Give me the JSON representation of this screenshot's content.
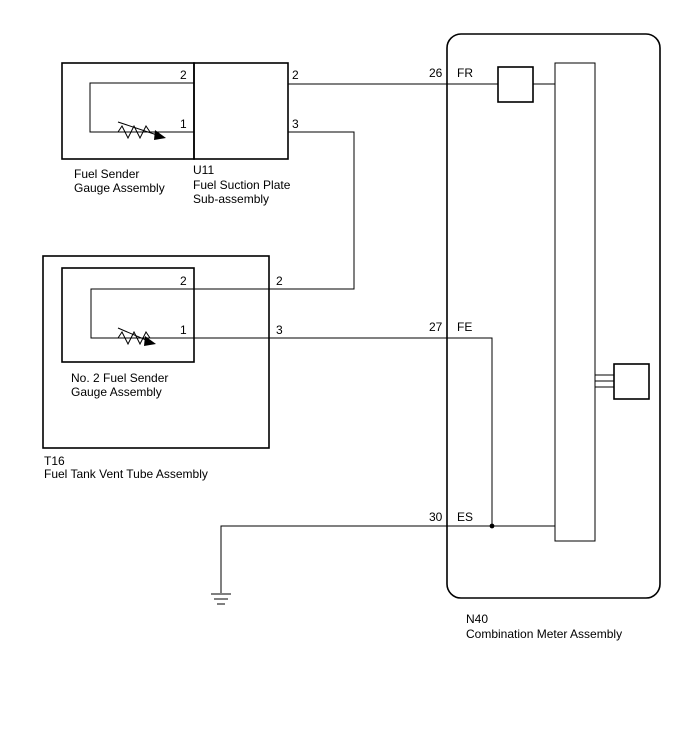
{
  "components": {
    "fuel_sender": {
      "label_line1": "Fuel Sender",
      "label_line2": "Gauge Assembly",
      "pin_top": "2",
      "pin_bottom": "1"
    },
    "u11": {
      "code": "U11",
      "name_line1": "Fuel Suction Plate",
      "name_line2": "Sub-assembly",
      "pin_top": "2",
      "pin_bottom": "3"
    },
    "no2_sender": {
      "label_line1": "No. 2 Fuel Sender",
      "label_line2": "Gauge Assembly",
      "pin_top": "2",
      "pin_bottom": "1"
    },
    "t16": {
      "code": "T16",
      "name": "Fuel Tank Vent Tube Assembly",
      "pin_top": "2",
      "pin_bottom": "3"
    },
    "n40": {
      "code": "N40",
      "name": "Combination Meter Assembly",
      "pins": [
        {
          "number": "26",
          "signal": "FR"
        },
        {
          "number": "27",
          "signal": "FE"
        },
        {
          "number": "30",
          "signal": "ES"
        }
      ]
    }
  }
}
